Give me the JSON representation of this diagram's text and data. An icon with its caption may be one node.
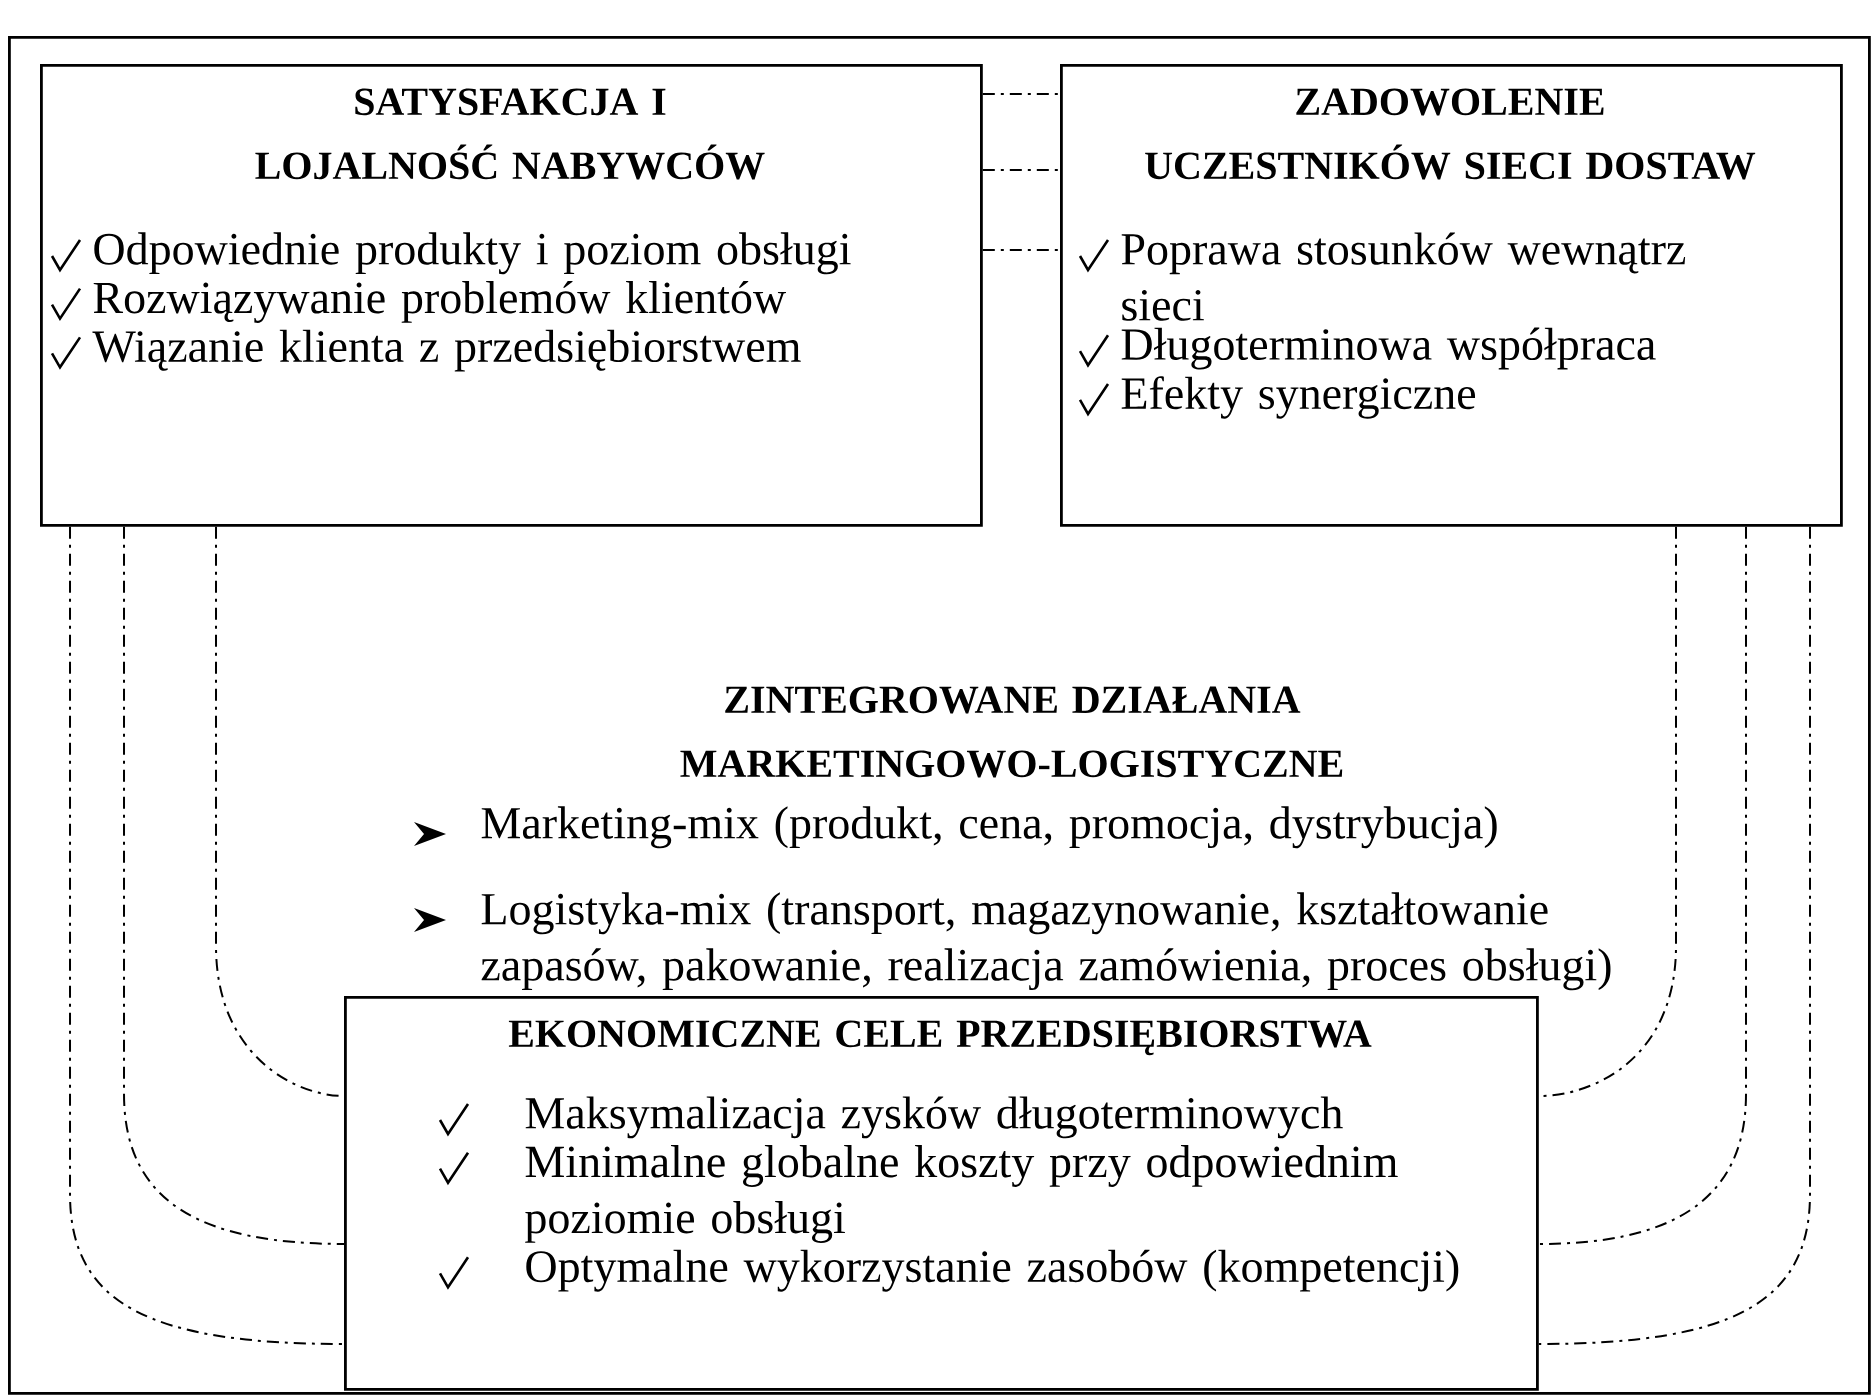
{
  "diagram": {
    "nodes": [
      {
        "text": [],
        "shape": "box"
      },
      {
        "text": [
          "SATYSFAKCJA I LOJALNOŚĆ NABYWCÓW",
          "Odpowiednie produkty i poziom obsługi",
          "Rozwiązywanie problemów klientów",
          "Wiązanie klienta z przedsiębiorstwem"
        ],
        "in": 0
      },
      {
        "text": [
          "ZADOWOLENIE UCZESTNIKÓW SIECI DOSTAW",
          "Poprawa stosunków wewnątrz sieci",
          "Długoterminowa współpraca",
          "Efekty synergiczne"
        ],
        "in": 0
      },
      {
        "text": [
          "EKONOMICZNE CELE PRZEDSIĘBIORSTWA",
          "Maksymalizacja zysków długoterminowych",
          "Minimalne globalne koszty przy odpowiednim poziomie obsługi",
          "Optymalne wykorzystanie zasobów (kompetencji)"
        ],
        "in": 0
      }
    ],
    "edges": [
      {
        "from": 1,
        "to": 2,
        "arrow": "none",
        "style": "dashed"
      },
      {
        "from": 1,
        "to": 2,
        "arrow": "none",
        "style": "dashed"
      },
      {
        "from": 1,
        "to": 2,
        "arrow": "none",
        "style": "dashed"
      },
      {
        "from": 1,
        "to": 3,
        "arrow": "none",
        "style": "dashed"
      },
      {
        "from": 1,
        "to": 3,
        "arrow": "none",
        "style": "dashed"
      },
      {
        "from": 1,
        "to": 3,
        "arrow": "none",
        "style": "dashed"
      },
      {
        "from": 2,
        "to": 3,
        "arrow": "none",
        "style": "dashed"
      },
      {
        "from": 2,
        "to": 3,
        "arrow": "none",
        "style": "dashed"
      },
      {
        "from": 2,
        "to": 3,
        "arrow": "none",
        "style": "dashed"
      }
    ],
    "labels": [
      "ZINTEGROWANE DZIAŁANIA MARKETINGOWO-LOGISTYCZNE",
      "Marketing-mix (produkt, cena, promocja, dystrybucja)",
      "Logistyka-mix (transport, magazynowanie, kształtowanie zapasów, pakowanie, realizacja zamówienia, proces obsługi)"
    ]
  }
}
